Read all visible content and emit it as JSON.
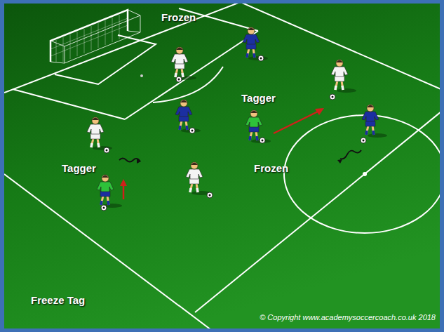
{
  "diagram": {
    "title": "Freeze Tag",
    "labels": [
      "Frozen",
      "Tagger",
      "Tagger",
      "Frozen",
      "© Copyright www.academysoccercoach.co.uk 2018"
    ]
  }
}
